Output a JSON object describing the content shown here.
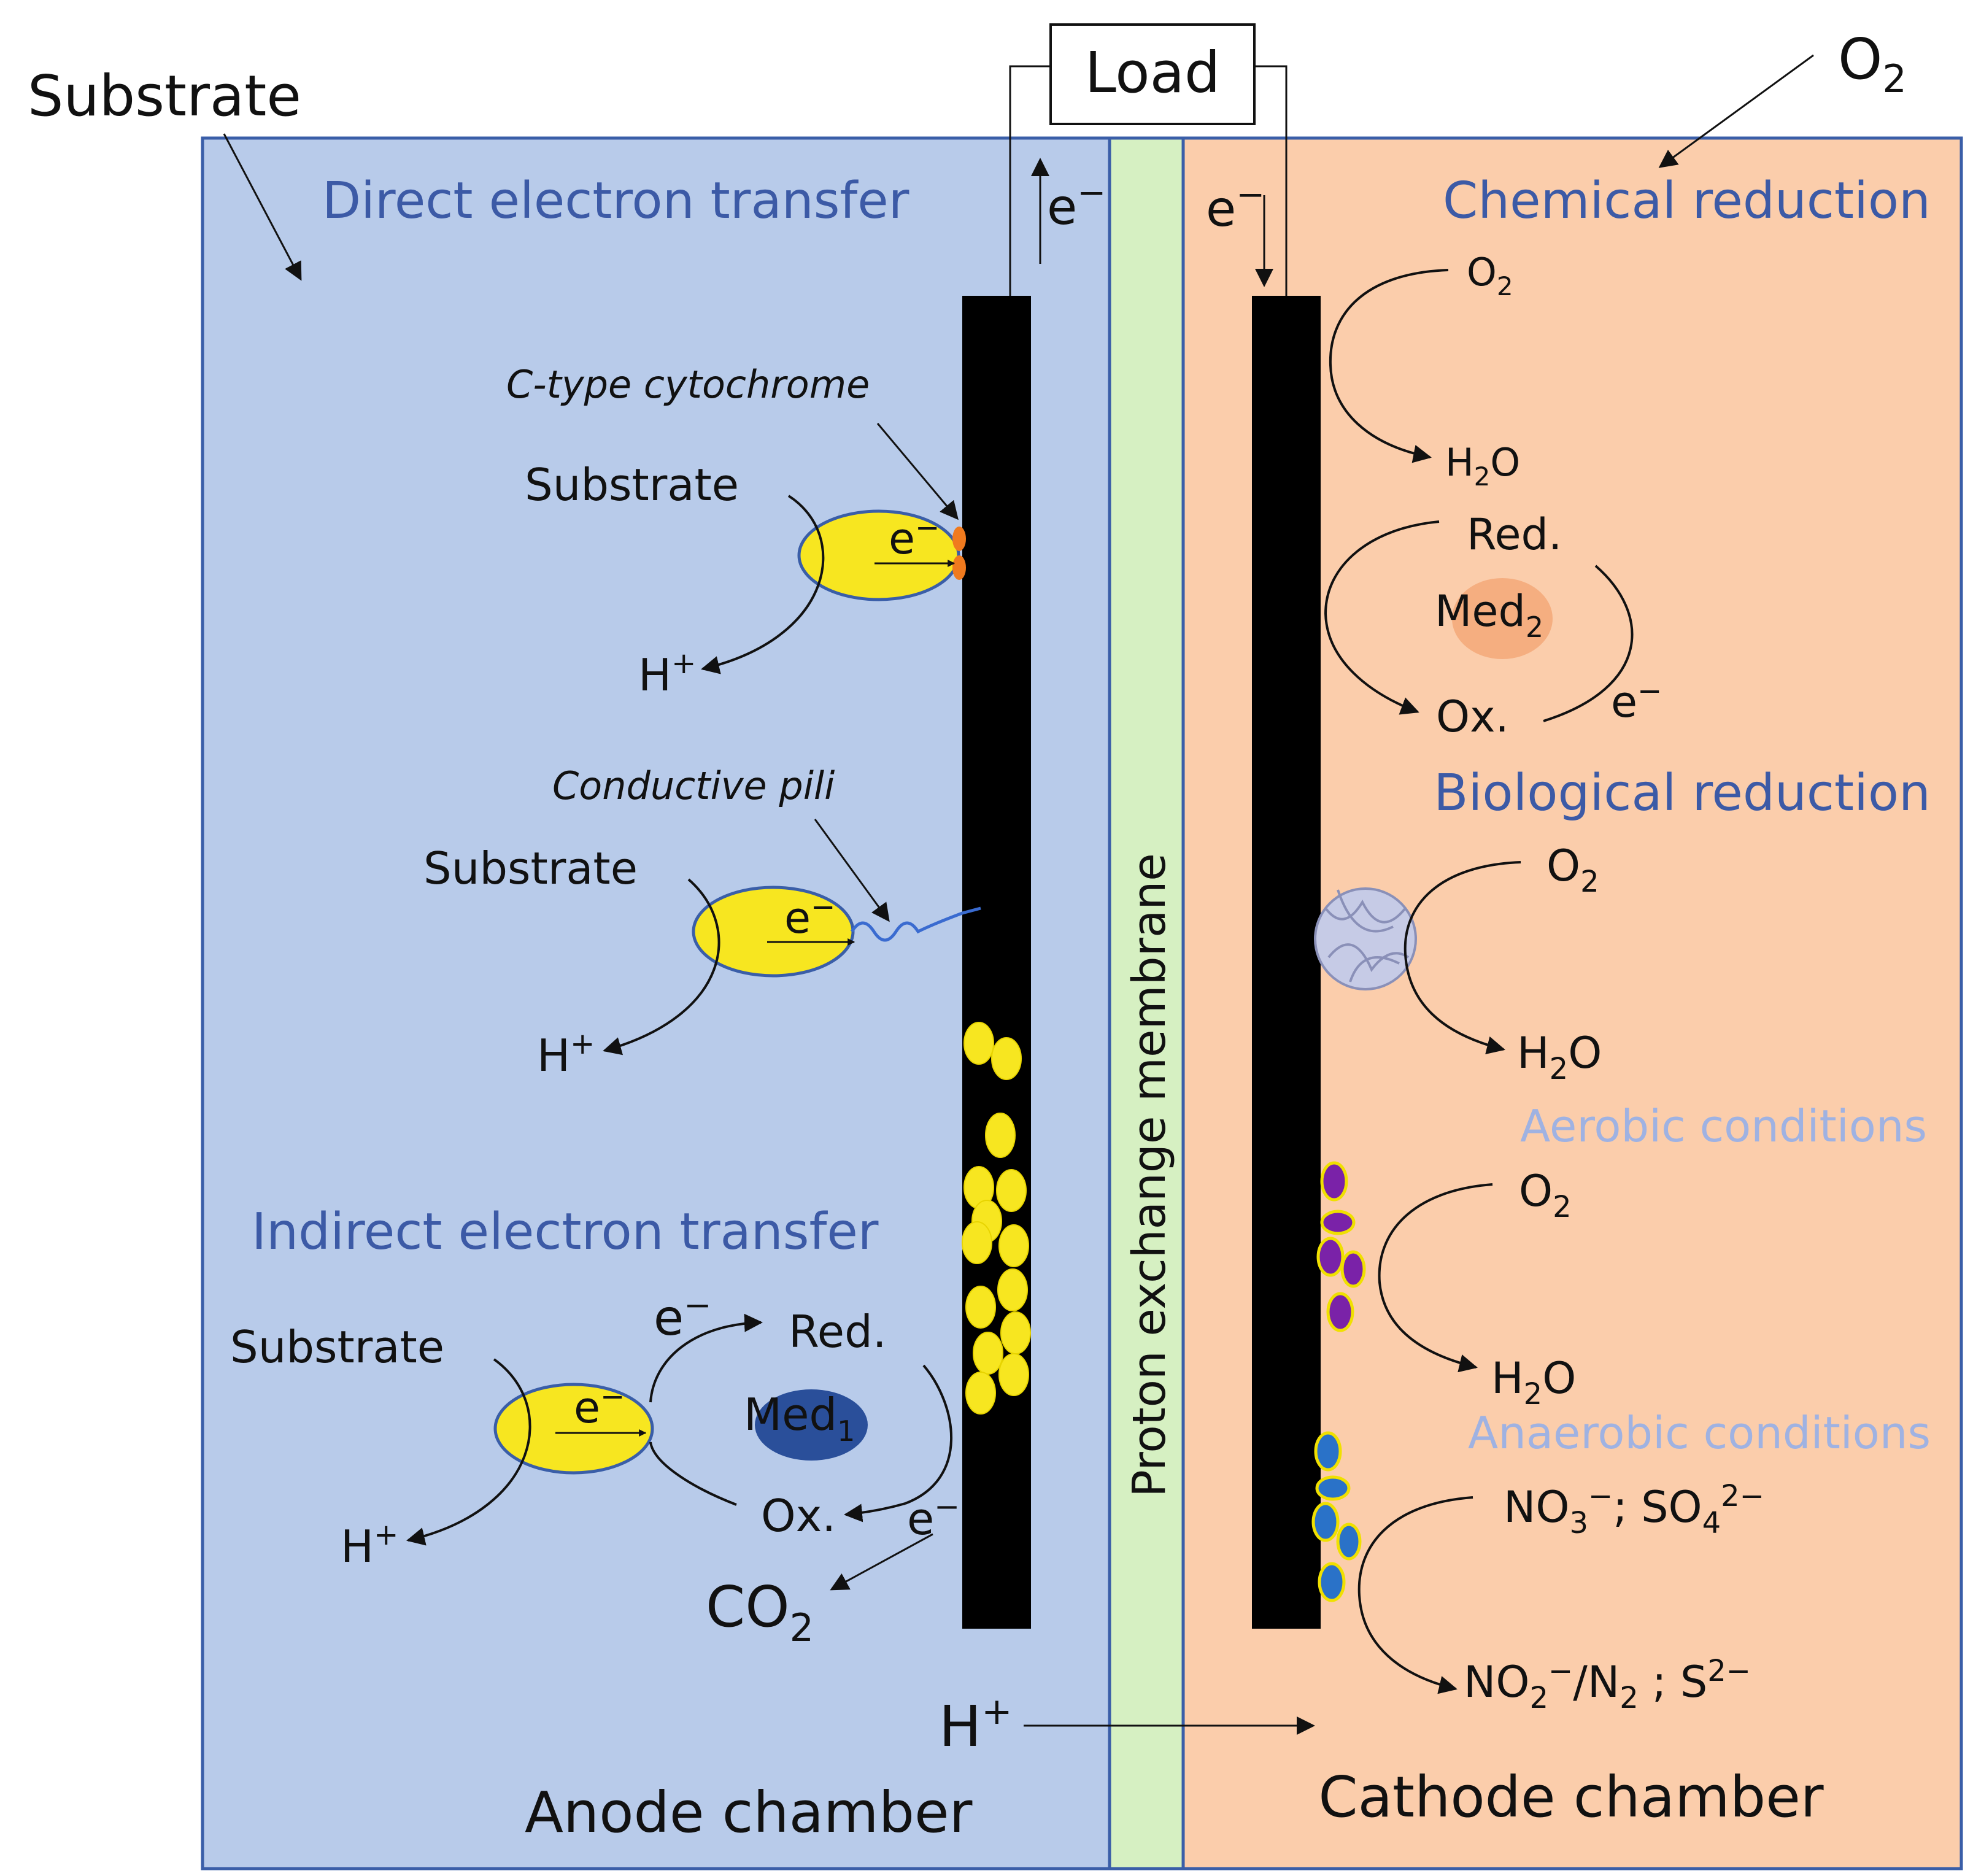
{
  "labels": {
    "substrate_main": "Substrate",
    "load": "Load",
    "o2_top": "O",
    "o2_top_sub": "2",
    "anode_chamber": "Anode chamber",
    "cathode_chamber": "Cathode chamber",
    "membrane": "Proton exchange membrane",
    "h_plus_bottom": "H",
    "h_plus_bottom_sup": "+",
    "e_up": "e",
    "e_down": "e",
    "e_sup": "−"
  },
  "anode": {
    "direct_title": "Direct electron transfer",
    "indirect_title": "Indirect electron transfer",
    "cytochrome_label": "C-type cytochrome",
    "pili_label": "Conductive pili",
    "substrate": "Substrate",
    "h_plus": "H",
    "h_sup": "+",
    "e": "e",
    "e_sup": "−",
    "red": "Red.",
    "ox": "Ox.",
    "med": "Med",
    "med_sub": "1",
    "co2": "CO",
    "co2_sub": "2"
  },
  "cathode": {
    "chemical_title": "Chemical reduction",
    "biological_title": "Biological reduction",
    "aerobic": "Aerobic conditions",
    "anaerobic": "Anaerobic conditions",
    "o2": "O",
    "o2_sub": "2",
    "h2o_h": "H",
    "h2o_sub": "2",
    "h2o_o": "O",
    "red": "Red.",
    "ox": "Ox.",
    "med": "Med",
    "med_sub": "2",
    "e": "e",
    "e_sup": "−",
    "no3": "NO",
    "no3_sub": "3",
    "no3_sup": "−",
    "so4": "; SO",
    "so4_sub": "4",
    "so4_sup": "2−",
    "no2": "NO",
    "no2_sub": "2",
    "no2_sup": "−",
    "n2": "/N",
    "n2_sub": "2",
    "s": " ; S",
    "s_sup": "2−"
  },
  "colors": {
    "anode_bg": "#b8cbea",
    "cathode_bg": "#fbcdab",
    "membrane_bg": "#d6f0c2",
    "border": "#3a5ea8",
    "electrode": "#000000",
    "bacteria": "#f7e620",
    "med1": "#2a4f9a",
    "med2": "#f5ae80",
    "cytochrome": "#f07a1e",
    "purple_bacteria": "#7a22a8",
    "blue_bacteria": "#2a72c8"
  }
}
